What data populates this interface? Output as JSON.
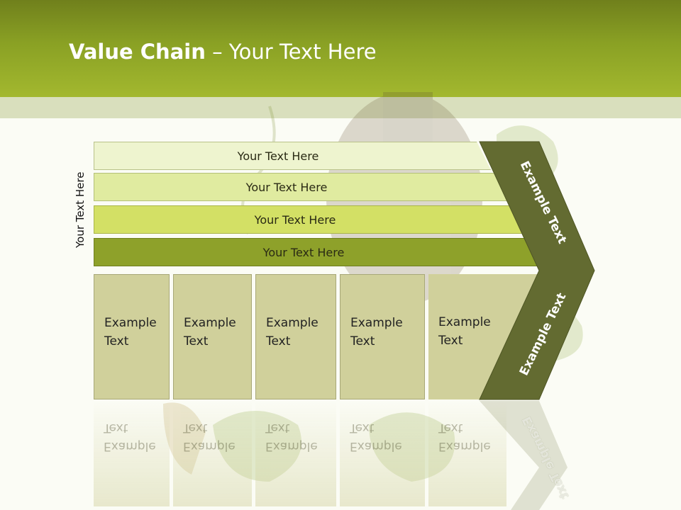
{
  "slide": {
    "title_bold": "Value Chain",
    "title_rest": " – Your Text Here"
  },
  "side_label": "Your Text Here",
  "bars": [
    {
      "label": "Your Text Here",
      "color": "#eef4cf"
    },
    {
      "label": "Your Text Here",
      "color": "#e0eba0"
    },
    {
      "label": "Your Text Here",
      "color": "#d3e065"
    },
    {
      "label": "Your Text Here",
      "color": "#8ea12a"
    }
  ],
  "columns": [
    {
      "line1": "Example",
      "line2": "Text"
    },
    {
      "line1": "Example",
      "line2": "Text"
    },
    {
      "line1": "Example",
      "line2": "Text"
    },
    {
      "line1": "Example",
      "line2": "Text"
    },
    {
      "line1": "Example",
      "line2": "Text"
    }
  ],
  "chevron": {
    "upper_label": "Example Text",
    "lower_label": "Example Text",
    "color": "#636b31"
  },
  "colors": {
    "header_dark": "#70801c",
    "header_light": "#a3b82f",
    "column_fill": "#d0d09b"
  }
}
